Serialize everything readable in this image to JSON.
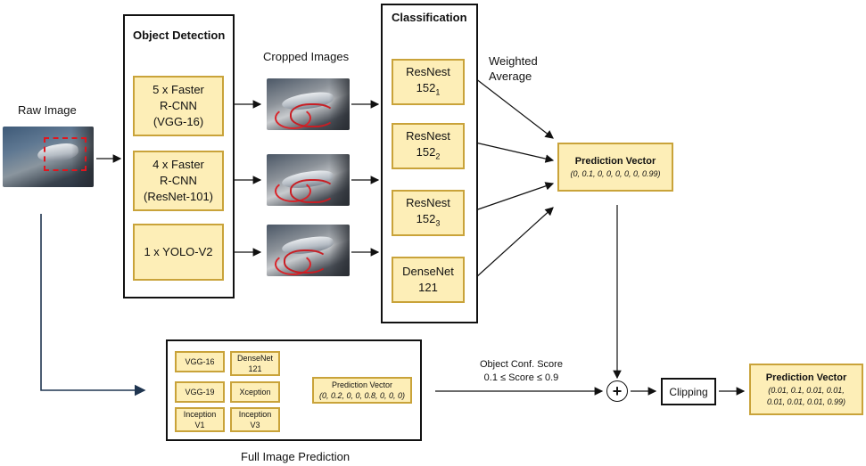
{
  "raw_image": {
    "label": "Raw Image"
  },
  "object_detection": {
    "title": "Object Detection",
    "detectors": [
      {
        "lines": [
          "5 x Faster",
          "R-CNN",
          "(VGG-16)"
        ]
      },
      {
        "lines": [
          "4 x Faster",
          "R-CNN",
          "(ResNet-101)"
        ]
      },
      {
        "lines": [
          "1 x YOLO-V2"
        ]
      }
    ]
  },
  "cropped_images": {
    "label": "Cropped Images"
  },
  "classification": {
    "title": "Classification",
    "models": [
      {
        "name": "ResNest",
        "num": "152",
        "sub": "1"
      },
      {
        "name": "ResNest",
        "num": "152",
        "sub": "2"
      },
      {
        "name": "ResNest",
        "num": "152",
        "sub": "3"
      },
      {
        "name": "DenseNet",
        "num": "121",
        "sub": ""
      }
    ]
  },
  "weighted_average": {
    "line1": "Weighted",
    "line2": "Average"
  },
  "prediction_vector_mid": {
    "title": "Prediction Vector",
    "value": "(0, 0.1, 0, 0, 0, 0, 0, 0.99)"
  },
  "full_image": {
    "caption": "Full Image Prediction",
    "models": [
      {
        "lines": [
          "VGG-16"
        ]
      },
      {
        "lines": [
          "DenseNet",
          "121"
        ]
      },
      {
        "lines": [
          "VGG-19"
        ]
      },
      {
        "lines": [
          "Xception"
        ]
      },
      {
        "lines": [
          "Inception",
          "V1"
        ]
      },
      {
        "lines": [
          "Inception",
          "V3"
        ]
      }
    ],
    "prediction": {
      "title": "Prediction Vector",
      "value": "(0, 0.2, 0, 0, 0.8, 0, 0, 0)"
    }
  },
  "conf_score": {
    "line1": "Object Conf. Score",
    "line2": "0.1 ≤ Score ≤ 0.9"
  },
  "plus_symbol": "+",
  "clipping": {
    "label": "Clipping"
  },
  "prediction_vector_final": {
    "title": "Prediction Vector",
    "line1": "(0.01, 0.1, 0.01, 0.01,",
    "line2": "0.01, 0.01, 0.01, 0.99)"
  }
}
